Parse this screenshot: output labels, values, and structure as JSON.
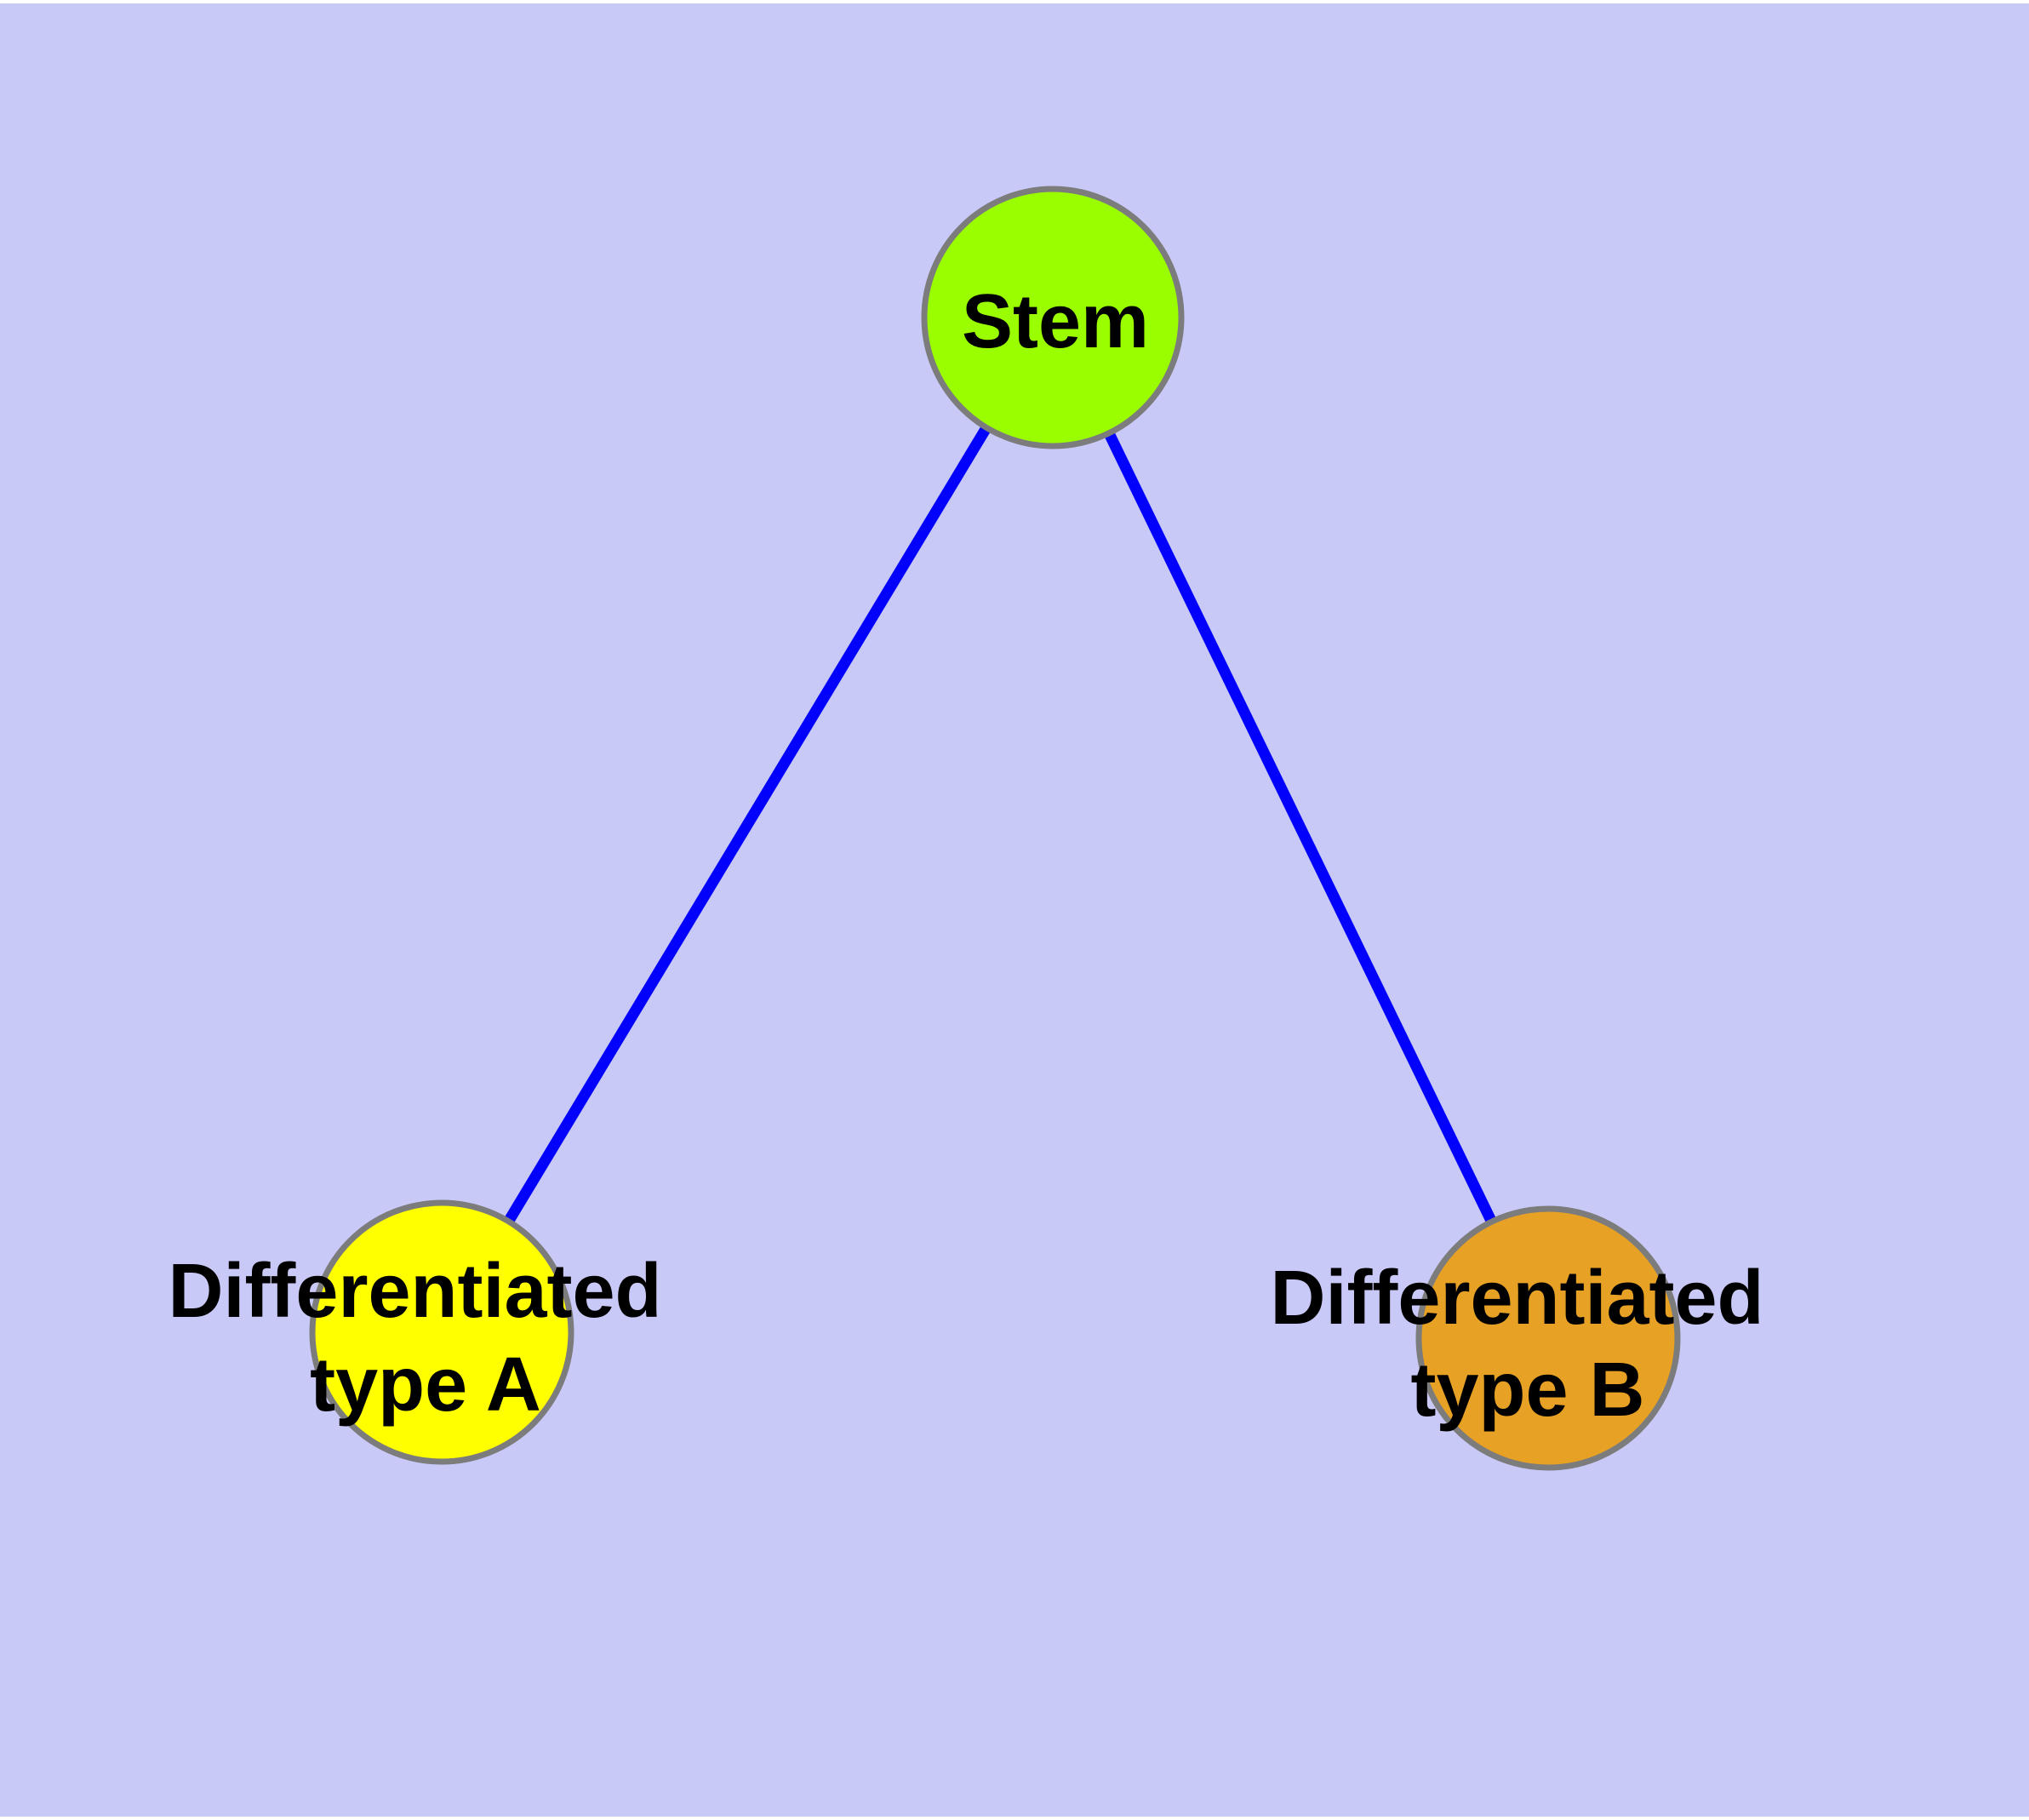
{
  "diagram": {
    "type": "graph",
    "background_color": "#c9c9f7",
    "page_margin_color": "#ffffff",
    "text_color": "#000000",
    "node_border_color": "#7c7c7c",
    "edge_color": "#0202fc",
    "nodes": [
      {
        "id": "stem",
        "label": "Stem",
        "label_lines": [
          "Stem"
        ],
        "color": "#9afe00"
      },
      {
        "id": "differentiated-type-a",
        "label": "Differentiated type A",
        "label_lines": [
          "Differentiated",
          "type A"
        ],
        "color": "#ffff00"
      },
      {
        "id": "differentiated-type-b",
        "label": "Differentiated type B",
        "label_lines": [
          "Differentiated",
          "type B"
        ],
        "color": "#e7a124"
      }
    ],
    "edges": [
      {
        "from": "Stem",
        "to": "Differentiated type A"
      },
      {
        "from": "Stem",
        "to": "Differentiated type B"
      }
    ]
  }
}
